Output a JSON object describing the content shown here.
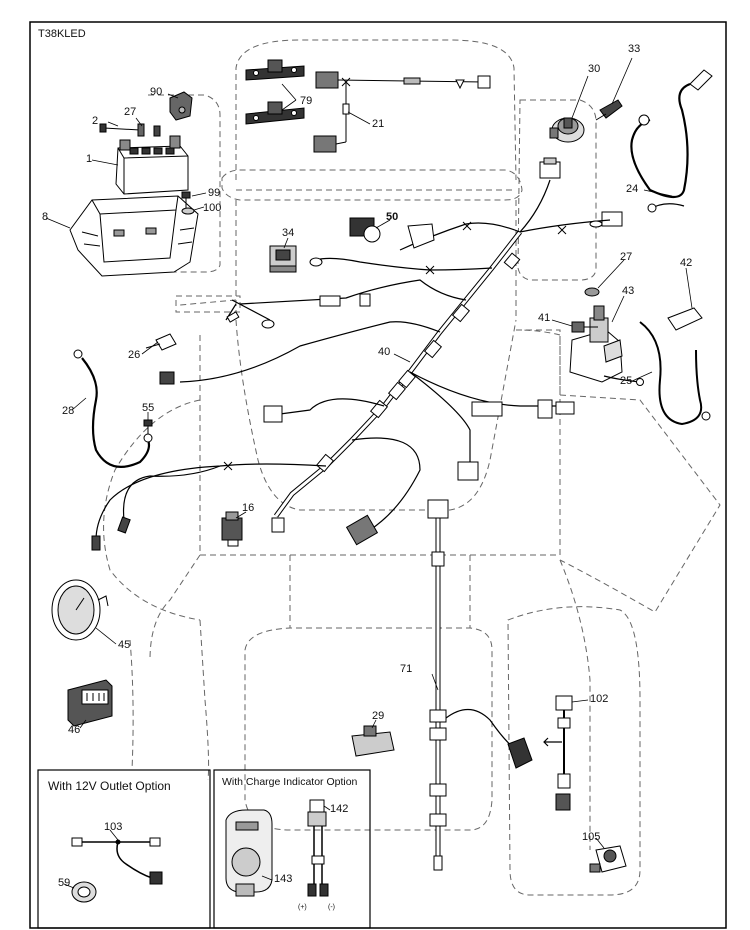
{
  "model": "T38KLED",
  "insets": {
    "outlet_title": "With 12V Outlet Option",
    "charge_title": "With Charge Indicator Option"
  },
  "polarity": {
    "pos": "(+)",
    "neg": "(-)"
  },
  "callouts": {
    "p1": "1",
    "p2": "2",
    "p8": "8",
    "p16": "16",
    "p21": "21",
    "p24": "24",
    "p25": "25",
    "p26": "26",
    "p27a": "27",
    "p27b": "27",
    "p28": "28",
    "p29": "29",
    "p30": "30",
    "p33": "33",
    "p34": "34",
    "p40": "40",
    "p41": "41",
    "p42": "42",
    "p43": "43",
    "p45": "45",
    "p46": "46",
    "p50": "50",
    "p55": "55",
    "p59": "59",
    "p71": "71",
    "p79": "79",
    "p90": "90",
    "p99": "99",
    "p100": "100",
    "p102": "102",
    "p103": "103",
    "p105": "105",
    "p142": "142",
    "p143": "143"
  }
}
